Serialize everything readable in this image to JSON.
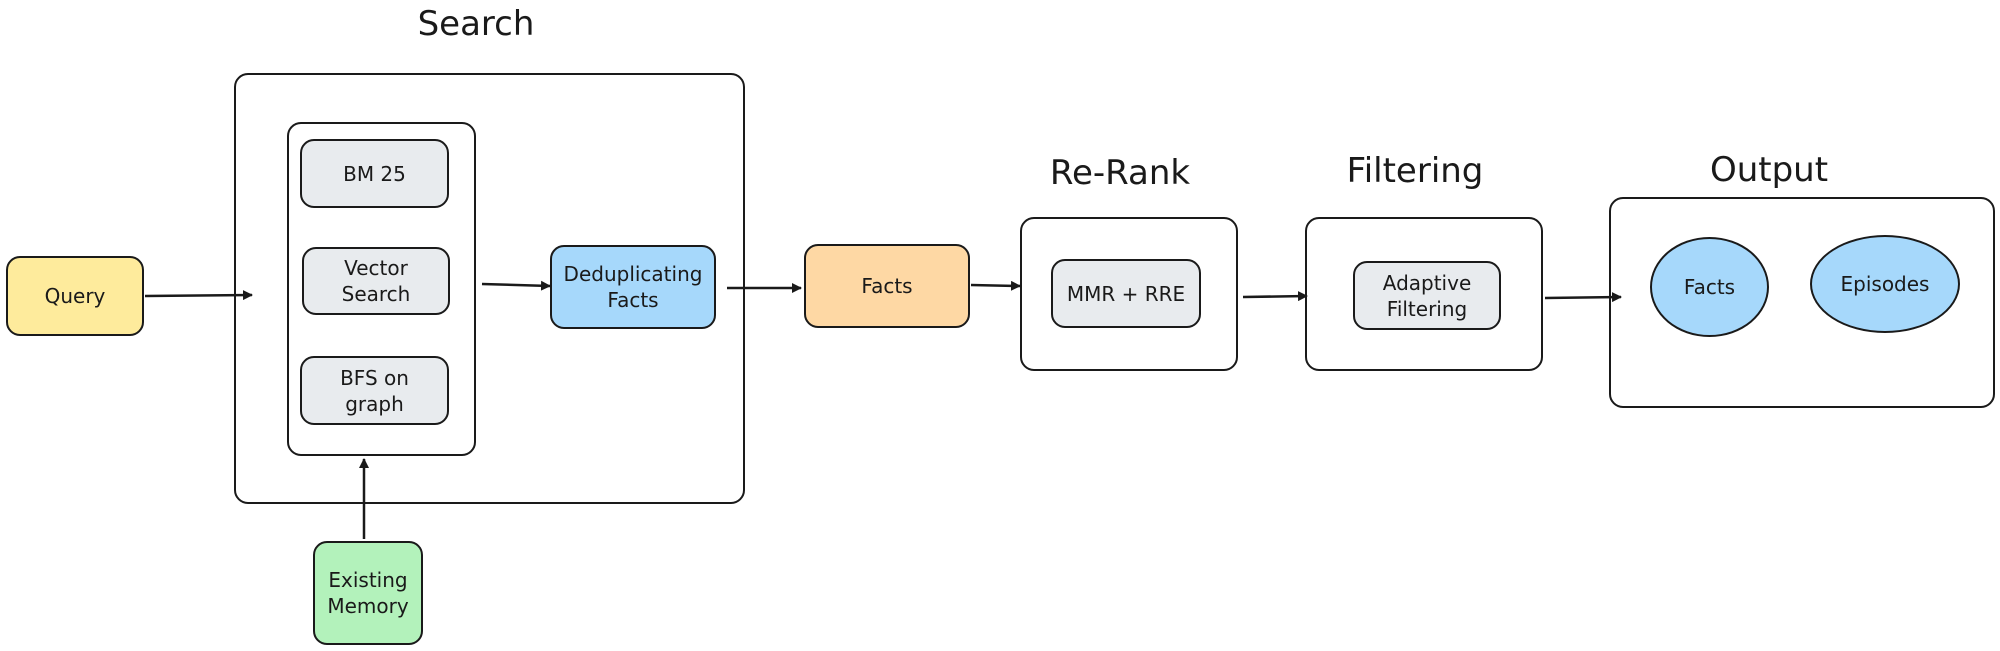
{
  "titles": {
    "search": "Search",
    "rerank": "Re-Rank",
    "filtering": "Filtering",
    "output": "Output"
  },
  "nodes": {
    "query": "Query",
    "bm25": "BM 25",
    "vector_search": "Vector Search",
    "bfs_graph": "BFS on graph",
    "deduplicating_facts": "Deduplicating Facts",
    "existing_memory": "Existing Memory",
    "facts": "Facts",
    "mmr_rre": "MMR + RRE",
    "adaptive_filtering": "Adaptive Filtering",
    "output_facts": "Facts",
    "output_episodes": "Episodes"
  },
  "colors": {
    "query": "#feeb9c",
    "method": "#e8ebee",
    "dedup": "#a6d8fb",
    "facts": "#fed8a4",
    "memory": "#b3f2bb",
    "output": "#a6d8fb",
    "stroke": "#1a1a1a"
  }
}
